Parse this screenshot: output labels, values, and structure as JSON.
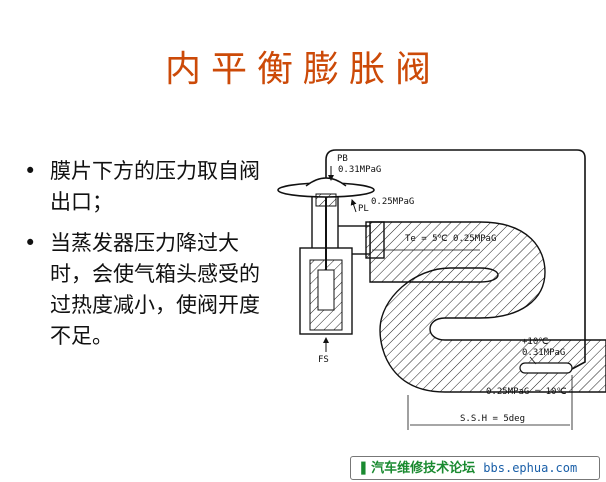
{
  "title": "内平衡膨胀阀",
  "bullets": [
    "膜片下方的压力取自阀出口；",
    "当蒸发器压力降过大时，会使气箱头感受的过热度减小，使阀开度不足。"
  ],
  "labels": {
    "pb": "PB",
    "pb_value": "0.31MPaG",
    "pl": "PL",
    "pl_value": "0.25MPaG",
    "evap": "Te = 5℃ 0.25MPaG",
    "bulb_temp": "+10℃",
    "bulb_pressure": "0.31MPaG",
    "outlet": "0.25MPaG = 10℃",
    "ssh": "S.S.H = 5deg",
    "fs": "FS"
  },
  "watermark": {
    "forum": "汽车维修技术论坛",
    "url": "bbs.ephua.com"
  },
  "colors": {
    "title": "#cc4a08",
    "watermark_text": "#1a8a30",
    "watermark_url": "#1a5fa8"
  }
}
